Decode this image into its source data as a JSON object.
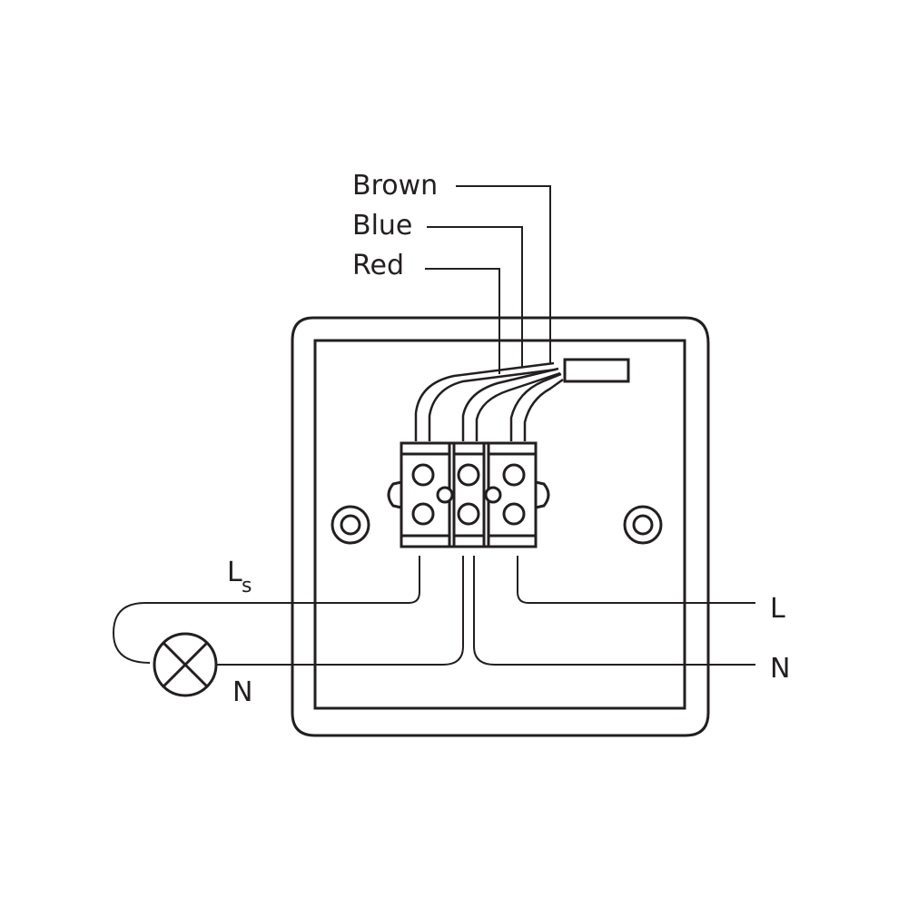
{
  "labels": {
    "brown": "Brown",
    "blue": "Blue",
    "red": "Red",
    "ls_main": "L",
    "ls_sub": "s",
    "n_left": "N",
    "l_right": "L",
    "n_right": "N"
  },
  "colors": {
    "ink": "#231f20",
    "background": "#ffffff"
  }
}
